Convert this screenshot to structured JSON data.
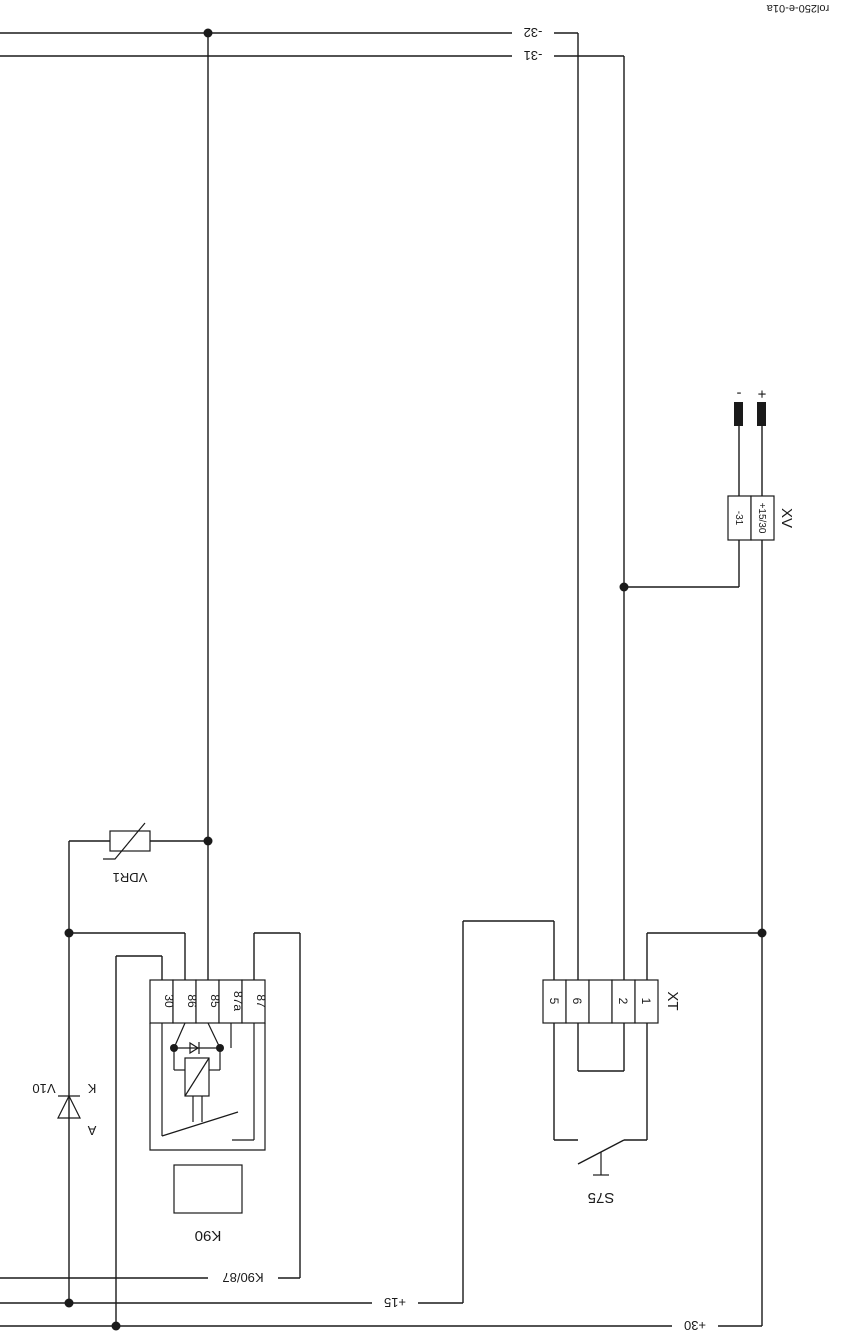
{
  "drawing_ref": "rol250-e-01a",
  "rails": {
    "minus32": "-32",
    "minus31": "-31",
    "plus15": "+15",
    "plus30": "+30",
    "k90_87": "K90/87"
  },
  "connector_xv": {
    "name": "XV",
    "pin_plus": "+15/30",
    "pin_minus": "-31",
    "term_plus": "+",
    "term_minus": "-"
  },
  "connector_xt": {
    "name": "XT",
    "pins": [
      "1",
      "2",
      "",
      "6",
      "5"
    ]
  },
  "relay_k90": {
    "name": "K90",
    "pins": [
      "87",
      "87a",
      "85",
      "86",
      "30"
    ]
  },
  "varistor": {
    "name": "VDR1"
  },
  "diode_v10": {
    "name": "V10",
    "anode": "A",
    "cathode": "K"
  },
  "switch_s75": {
    "name": "S75"
  }
}
